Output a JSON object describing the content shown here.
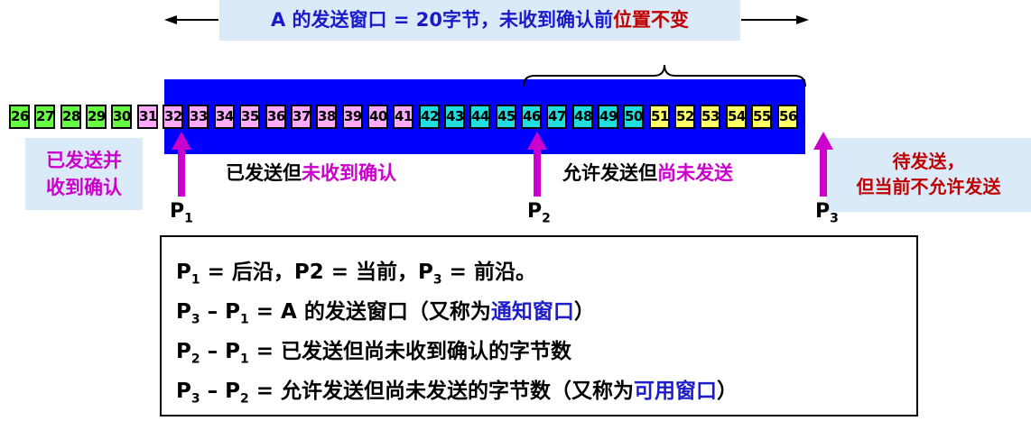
{
  "title": {
    "prefix": "A 的发送窗口 = 20字节，未收到确认前",
    "highlight": "位置不变"
  },
  "cells": [
    {
      "num": "26",
      "state": "green"
    },
    {
      "num": "27",
      "state": "green"
    },
    {
      "num": "28",
      "state": "green"
    },
    {
      "num": "29",
      "state": "green"
    },
    {
      "num": "30",
      "state": "green"
    },
    {
      "num": "31",
      "state": "pink"
    },
    {
      "num": "32",
      "state": "pink"
    },
    {
      "num": "33",
      "state": "pink"
    },
    {
      "num": "34",
      "state": "pink"
    },
    {
      "num": "35",
      "state": "pink"
    },
    {
      "num": "36",
      "state": "pink"
    },
    {
      "num": "37",
      "state": "pink"
    },
    {
      "num": "38",
      "state": "pink"
    },
    {
      "num": "39",
      "state": "pink"
    },
    {
      "num": "40",
      "state": "pink"
    },
    {
      "num": "41",
      "state": "pink"
    },
    {
      "num": "42",
      "state": "cyan"
    },
    {
      "num": "43",
      "state": "cyan"
    },
    {
      "num": "44",
      "state": "cyan"
    },
    {
      "num": "45",
      "state": "cyan"
    },
    {
      "num": "46",
      "state": "cyan"
    },
    {
      "num": "47",
      "state": "cyan"
    },
    {
      "num": "48",
      "state": "cyan"
    },
    {
      "num": "49",
      "state": "cyan"
    },
    {
      "num": "50",
      "state": "cyan"
    },
    {
      "num": "51",
      "state": "yellow"
    },
    {
      "num": "52",
      "state": "yellow"
    },
    {
      "num": "53",
      "state": "yellow"
    },
    {
      "num": "54",
      "state": "yellow"
    },
    {
      "num": "55",
      "state": "yellow"
    },
    {
      "num": "56",
      "state": "yellow"
    }
  ],
  "left_panel": {
    "line1": "已发送并",
    "line2": "收到确认"
  },
  "right_panel": {
    "line1": "待发送，",
    "line2": "但当前不允许发送"
  },
  "sent_label": {
    "prefix": "已发送但",
    "highlight": "未收到确认"
  },
  "allowed_label": {
    "prefix": "允许发送但",
    "highlight": "尚未发送"
  },
  "pointers": {
    "p1": "1",
    "p2": "2",
    "p3": "3",
    "letter": "P"
  },
  "info": {
    "line1": {
      "a": "P",
      "a_sub": "1",
      "b": " = 后沿，P2 = 当前，P",
      "b_sub": "3",
      "c": " = 前沿。"
    },
    "line2": {
      "a": "P",
      "a_sub": "3",
      "b": " – P",
      "b_sub": "1",
      "c": " = A 的发送窗口（又称为",
      "hl": "通知窗口",
      "d": "）"
    },
    "line3": {
      "a": "P",
      "a_sub": "2",
      "b": " – P",
      "b_sub": "1",
      "c": " = 已发送但尚未收到确认的字节数"
    },
    "line4": {
      "a": "P",
      "a_sub": "3",
      "b": " – P",
      "b_sub": "2",
      "c": " = 允许发送但尚未发送的字节数（又称为",
      "hl": "可用窗口",
      "d": "）"
    }
  },
  "colors": {
    "window_band": "#0000ff",
    "acknowledged": "#66ff44",
    "sent_unacked": "#ffaaff",
    "usable": "#22dddd",
    "not_allowed": "#ffff66",
    "pointer_arrow": "#cc00cc"
  }
}
